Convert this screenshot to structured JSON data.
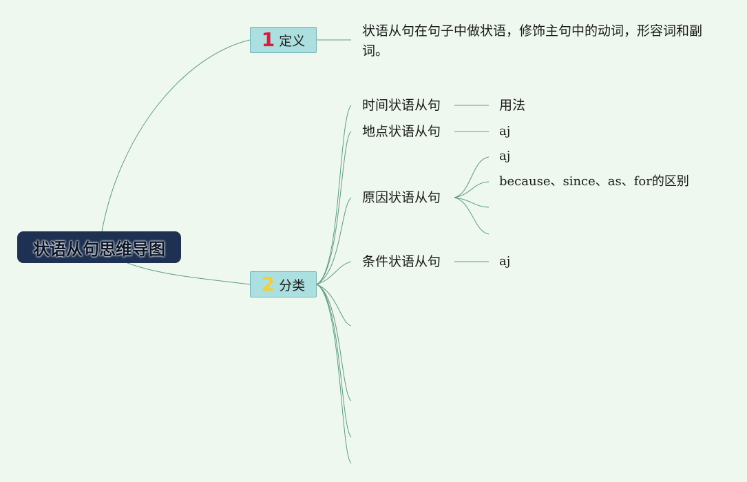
{
  "root": {
    "label": "状语从句思维导图"
  },
  "definition": {
    "number": "1",
    "label": "定义",
    "text": "状语从句在句子中做状语，修饰主句中的动词，形容词和副词。"
  },
  "classification": {
    "number": "2",
    "label": "分类",
    "items": [
      {
        "label": "时间状语从句",
        "children": [
          "用法"
        ]
      },
      {
        "label": "地点状语从句",
        "children": [
          "aj"
        ]
      },
      {
        "label": "原因状语从句",
        "children": [
          "aj",
          "because、since、as、for的区别"
        ]
      },
      {
        "label": "条件状语从句",
        "children": [
          "aj"
        ]
      }
    ]
  },
  "colors": {
    "background": "#eef8ee",
    "root_fill": "#1f3152",
    "topic_fill": "#acdfdf",
    "line": "#5f9b7d",
    "number_1": "#d81e3c",
    "number_2": "#f2cf3a"
  }
}
